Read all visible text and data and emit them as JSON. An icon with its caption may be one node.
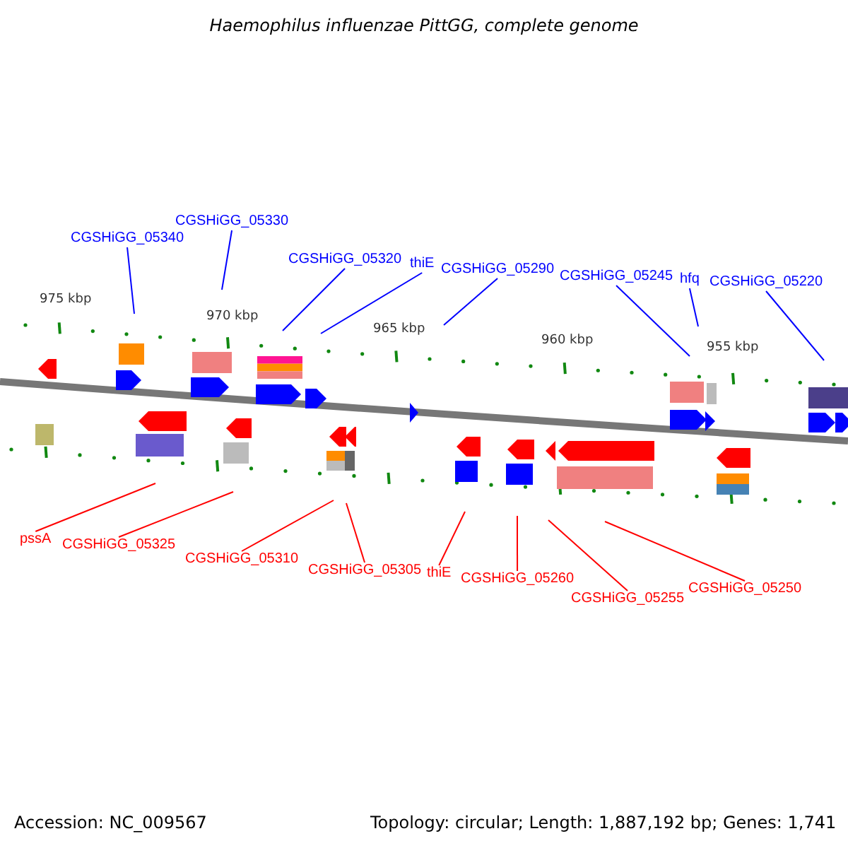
{
  "diagram": {
    "title": "Haemophilus influenzae PittGG, complete genome",
    "nodes": [
      {
        "text": [
          "CGSHiGG_05340"
        ]
      },
      {
        "text": [
          "CGSHiGG_05330"
        ]
      },
      {
        "text": [
          "CGSHiGG_05320"
        ]
      },
      {
        "text": [
          "thiE"
        ]
      },
      {
        "text": [
          "CGSHiGG_05290"
        ]
      },
      {
        "text": [
          "CGSHiGG_05245"
        ]
      },
      {
        "text": [
          "hfq"
        ]
      },
      {
        "text": [
          "CGSHiGG_05220"
        ]
      },
      {
        "text": [
          "pssA"
        ]
      },
      {
        "text": [
          "CGSHiGG_05325"
        ]
      },
      {
        "text": [
          "CGSHiGG_05310"
        ]
      },
      {
        "text": [
          "CGSHiGG_05305"
        ]
      },
      {
        "text": [
          "thiE"
        ]
      },
      {
        "text": [
          "CGSHiGG_05260"
        ]
      },
      {
        "text": [
          "CGSHiGG_05255"
        ]
      },
      {
        "text": [
          "CGSHiGG_05250"
        ]
      }
    ],
    "edges": [
      {
        "from": 0,
        "to": null,
        "arrow": "none"
      },
      {
        "from": 1,
        "to": null,
        "arrow": "none"
      },
      {
        "from": 2,
        "to": null,
        "arrow": "none"
      },
      {
        "from": 3,
        "to": null,
        "arrow": "none"
      },
      {
        "from": 4,
        "to": null,
        "arrow": "none"
      },
      {
        "from": 5,
        "to": null,
        "arrow": "none"
      },
      {
        "from": 6,
        "to": null,
        "arrow": "none"
      },
      {
        "from": 7,
        "to": null,
        "arrow": "none"
      },
      {
        "from": 8,
        "to": null,
        "arrow": "none",
        "color": "#ff0000"
      },
      {
        "from": 9,
        "to": null,
        "arrow": "none",
        "color": "#ff0000"
      },
      {
        "from": 10,
        "to": null,
        "arrow": "none",
        "color": "#ff0000"
      },
      {
        "from": 11,
        "to": null,
        "arrow": "none",
        "color": "#ff0000"
      },
      {
        "from": 12,
        "to": null,
        "arrow": "none",
        "color": "#ff0000"
      },
      {
        "from": 13,
        "to": null,
        "arrow": "none",
        "color": "#ff0000"
      },
      {
        "from": 14,
        "to": null,
        "arrow": "none",
        "color": "#ff0000"
      },
      {
        "from": 15,
        "to": null,
        "arrow": "none",
        "color": "#ff0000"
      }
    ],
    "labels": [
      "975 kbp",
      "970 kbp",
      "965 kbp",
      "960 kbp",
      "955 kbp",
      "Accession: NC_009567",
      "Topology: circular; Length: 1,887,192 bp; Genes: 1,741"
    ]
  }
}
